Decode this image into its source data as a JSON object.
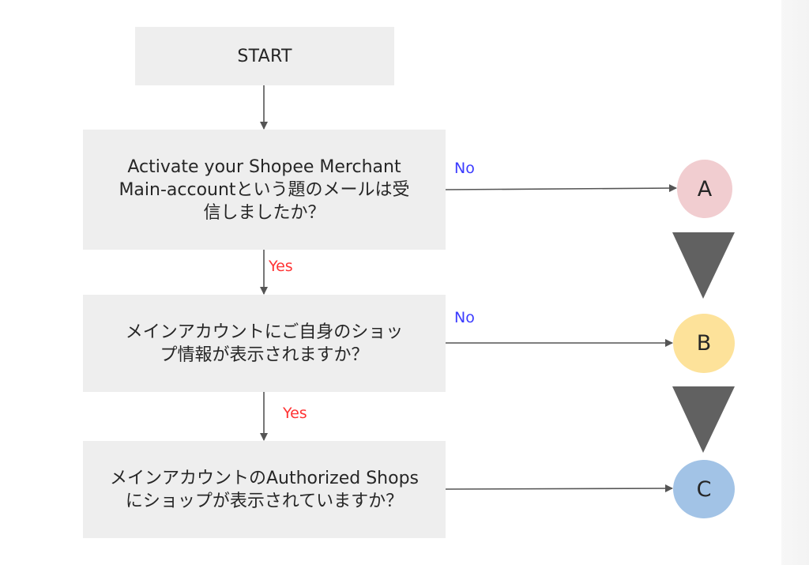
{
  "flowchart": {
    "start": {
      "label": "START"
    },
    "questions": [
      {
        "label": "Activate your Shopee Merchant\nMain-accountという題のメールは受\n信しましたか？"
      },
      {
        "label": "メインアカウントにご自身のショッ\nプ情報が表示されますか？"
      },
      {
        "label": "メインアカウントのAuthorized Shops\nにショップが表示されていますか？"
      }
    ],
    "outcomes": [
      {
        "label": "A",
        "color": "#f1cdd0"
      },
      {
        "label": "B",
        "color": "#fde29a"
      },
      {
        "label": "C",
        "color": "#a2c3e6"
      }
    ],
    "edges": {
      "no_label": "No",
      "yes_label": "Yes",
      "no_color": "#3b3bff",
      "yes_color": "#ff3333"
    },
    "colors": {
      "box_fill": "#eeeeee",
      "arrow": "#555555",
      "triangle": "#616161"
    }
  }
}
